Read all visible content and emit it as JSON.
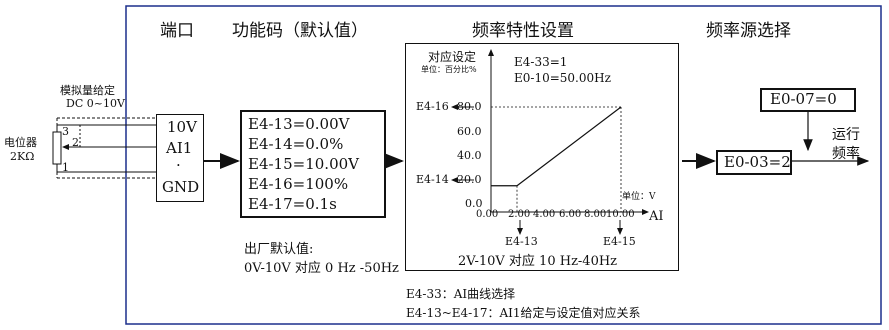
{
  "headers": {
    "port": "端口",
    "function_code": "功能码（默认值）",
    "freq_setting": "频率特性设置",
    "freq_source": "频率源选择"
  },
  "input": {
    "analog_label": "模拟量给定",
    "analog_range": "DC 0~10V",
    "potentiometer": "电位器",
    "resistance": "2KΩ",
    "pin3": "3",
    "pin2": "2",
    "pin1": "1"
  },
  "terminal": {
    "v10": "10V",
    "ai1": "AI1",
    "dot": "·",
    "gnd": "GND"
  },
  "params": [
    "E4-13=0.00V",
    "E4-14=0.0%",
    "E4-15=10.00V",
    "E4-16=100%",
    "E4-17=0.1s"
  ],
  "factory": {
    "label": "出厂默认值:",
    "mapping": "0V-10V 对应 0 Hz -50Hz"
  },
  "graph": {
    "ylabel": "对应设定",
    "yunit": "单位：百分比%",
    "param1": "E4-33=1",
    "param2": "E0-10=50.00Hz",
    "yticks": [
      "80.0",
      "60.0",
      "40.0",
      "20.0",
      "0.0"
    ],
    "xticks": [
      "0.00",
      "2.00",
      "4.00",
      "6.00",
      "8.00",
      "10.00"
    ],
    "xunit": "单位：V",
    "xlabel": "AI",
    "y_hi_param": "E4-16",
    "y_lo_param": "E4-14",
    "x_lo_param": "E4-13",
    "x_hi_param": "E4-15",
    "caption": "2V-10V 对应 10 Hz-40Hz",
    "chart_data": {
      "type": "line",
      "x": [
        0,
        2,
        10
      ],
      "y": [
        20,
        20,
        80
      ],
      "xlim": [
        0,
        10
      ],
      "ylim": [
        0,
        80
      ]
    }
  },
  "source": {
    "e007": "E0-07=0",
    "e003": "E0-03=2",
    "output_line1": "运行",
    "output_line2": "频率"
  },
  "notes": {
    "line1": "E4-33：AI曲线选择",
    "line2": "E4-13~E4-17：AI1给定与设定值对应关系"
  }
}
